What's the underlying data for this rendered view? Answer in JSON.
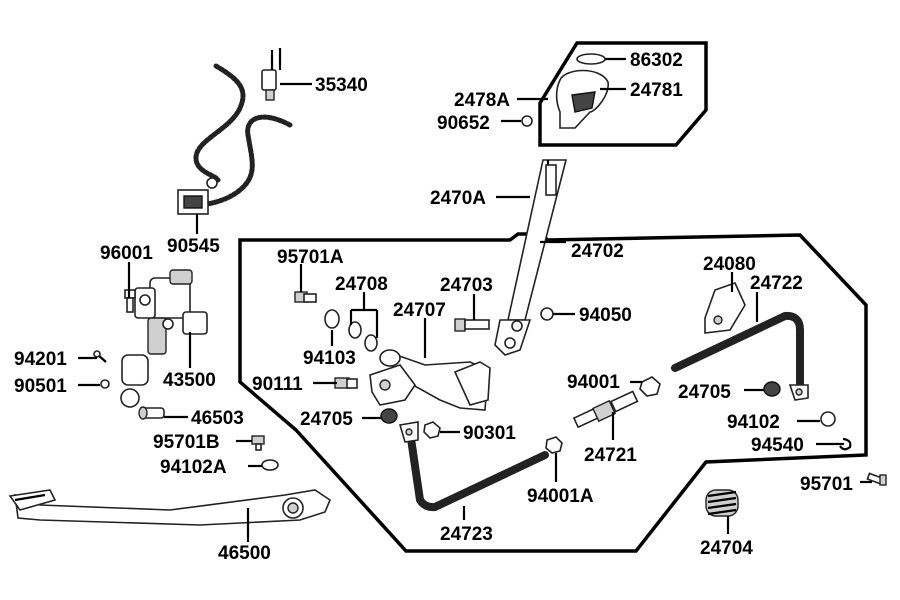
{
  "labels": {
    "p35340": "35340",
    "p90545": "90545",
    "p96001": "96001",
    "p94201": "94201",
    "p90501": "90501",
    "p43500": "43500",
    "p46503": "46503",
    "p95701B": "95701B",
    "p94102A": "94102A",
    "p46500": "46500",
    "p95701A": "95701A",
    "p24708": "24708",
    "p24703": "24703",
    "p24707": "24707",
    "p94103": "94103",
    "p90111": "90111",
    "p24705a": "24705",
    "p90301": "90301",
    "p24723": "24723",
    "p94001A": "94001A",
    "p94001": "94001",
    "p24721": "24721",
    "p94050": "94050",
    "p24702": "24702",
    "p2470A": "2470A",
    "p2478A": "2478A",
    "p90652": "90652",
    "p86302": "86302",
    "p24781": "24781",
    "p24080": "24080",
    "p24722": "24722",
    "p24705b": "24705",
    "p94102": "94102",
    "p94540": "94540",
    "p95701": "95701",
    "p24704": "24704"
  }
}
